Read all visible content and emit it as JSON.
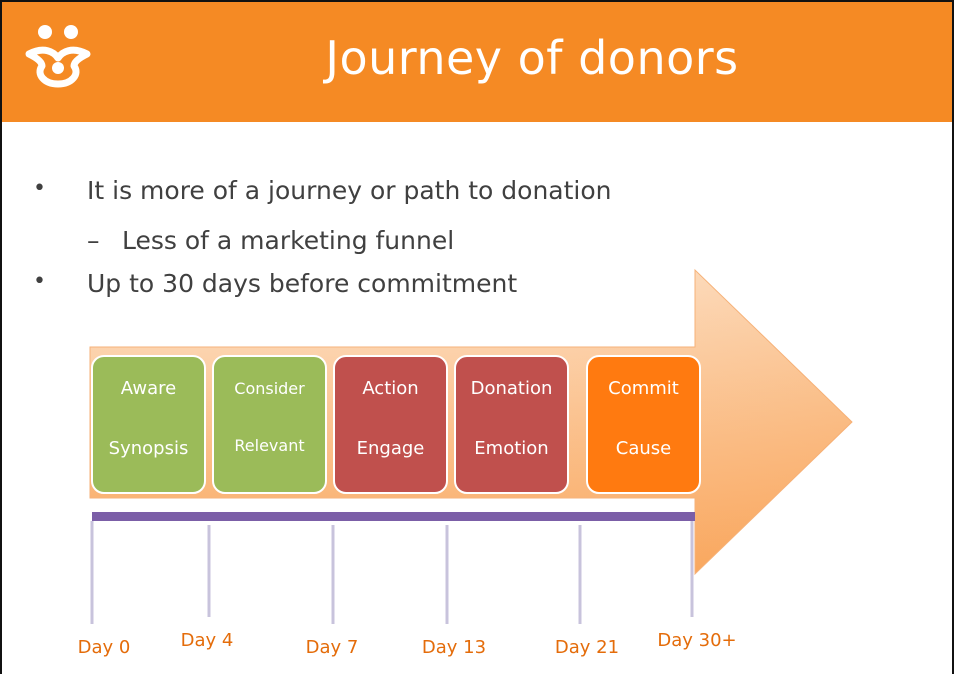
{
  "header": {
    "title": "Journey of donors",
    "logo": "paw-face-logo-icon",
    "color": "#f58a24"
  },
  "bullets": [
    {
      "text": "It is more of a journey or path to donation",
      "sub": [
        "Less of a marketing funnel"
      ]
    },
    {
      "text": "Up to 30 days before commitment",
      "sub": []
    }
  ],
  "stages": [
    {
      "top": "Aware",
      "bottom": "Synopsis",
      "color": "#9bbb59"
    },
    {
      "top": "Consider",
      "bottom": "Relevant",
      "color": "#9bbb59"
    },
    {
      "top": "Action",
      "bottom": "Engage",
      "color": "#c0504d"
    },
    {
      "top": "Donation",
      "bottom": "Emotion",
      "color": "#c0504d"
    },
    {
      "top": "Commit",
      "bottom": "Cause",
      "color": "#ff7a10"
    }
  ],
  "timeline": {
    "labels": [
      "Day 0",
      "Day 4",
      "Day 7",
      "Day 13",
      "Day 21",
      "Day 30+"
    ],
    "label_color": "#e46c0a",
    "bar_color": "#7b5ea7"
  }
}
